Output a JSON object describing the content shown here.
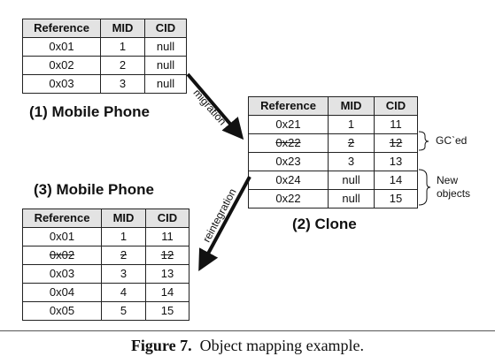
{
  "headers": [
    "Reference",
    "MID",
    "CID"
  ],
  "table1": {
    "label": "(1) Mobile Phone",
    "rows": [
      [
        "0x01",
        "1",
        "null"
      ],
      [
        "0x02",
        "2",
        "null"
      ],
      [
        "0x03",
        "3",
        "null"
      ]
    ]
  },
  "table2": {
    "label": "(2) Clone",
    "rows": [
      [
        "0x21",
        "1",
        "11"
      ],
      [
        "0x22",
        "2",
        "12"
      ],
      [
        "0x23",
        "3",
        "13"
      ],
      [
        "0x24",
        "null",
        "14"
      ],
      [
        "0x22",
        "null",
        "15"
      ]
    ]
  },
  "table3": {
    "label": "(3) Mobile Phone",
    "rows": [
      [
        "0x01",
        "1",
        "11"
      ],
      [
        "0x02",
        "2",
        "12"
      ],
      [
        "0x03",
        "3",
        "13"
      ],
      [
        "0x04",
        "4",
        "14"
      ],
      [
        "0x05",
        "5",
        "15"
      ]
    ]
  },
  "arrows": {
    "migration": "migration",
    "reintegration": "reintegration"
  },
  "notes": {
    "gced": "GCˋed",
    "new_objects_line1": "New",
    "new_objects_line2": "objects"
  },
  "caption": {
    "prefix": "Figure 7.",
    "text": "Object mapping example."
  }
}
